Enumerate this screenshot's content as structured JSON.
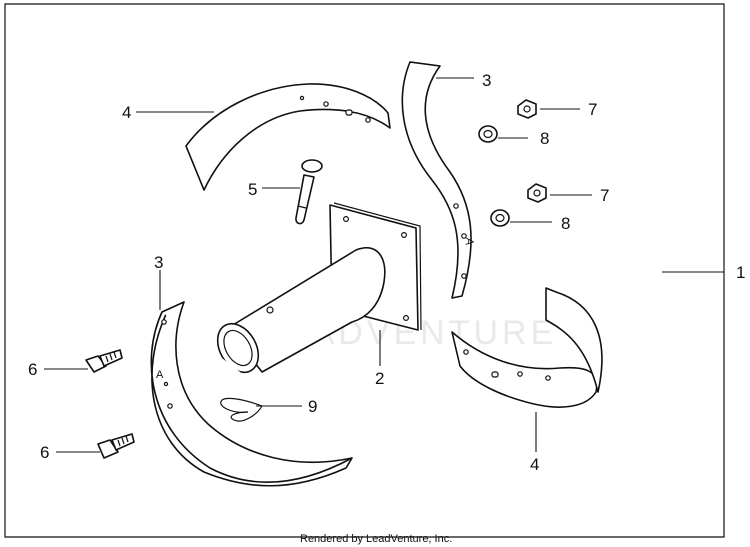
{
  "diagram": {
    "callouts": {
      "c1": "1",
      "c2": "2",
      "c3a": "3",
      "c3b": "3",
      "c4a": "4",
      "c4b": "4",
      "c5": "5",
      "c6a": "6",
      "c6b": "6",
      "c7a": "7",
      "c7b": "7",
      "c8a": "8",
      "c8b": "8",
      "c9": "9"
    },
    "stamps": {
      "tine_a1": "A",
      "tine_a2": "A"
    },
    "watermark": "LEADVENTURE",
    "footer": "Rendered by LeadVenture, Inc."
  }
}
